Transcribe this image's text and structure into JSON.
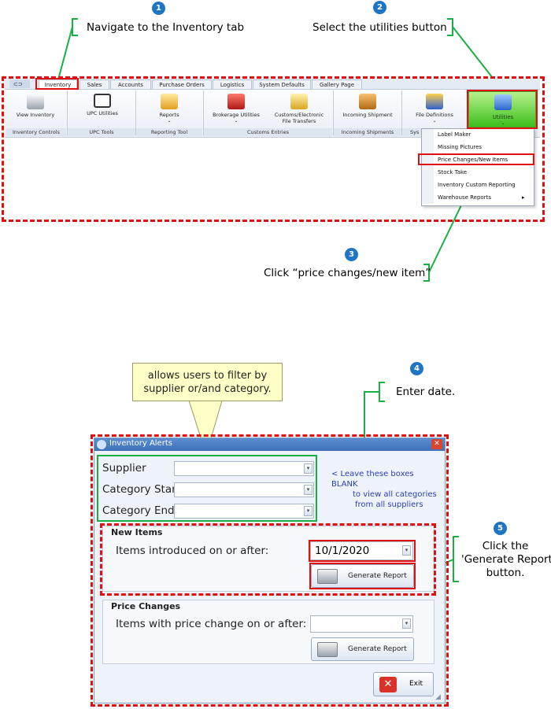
{
  "steps": [
    {
      "num": "1",
      "text": "Navigate to the Inventory tab"
    },
    {
      "num": "2",
      "text": "Select the utilities button"
    },
    {
      "num": "3",
      "text": "Click “price changes/new item”"
    },
    {
      "num": "4",
      "text": "Enter date."
    },
    {
      "num": "5",
      "text_lines": [
        "Click the",
        "'Generate Report'",
        "button."
      ]
    }
  ],
  "tabs": [
    "Inventory",
    "Sales",
    "Accounts",
    "Purchase Orders",
    "Logistics",
    "System Defaults",
    "Gallery Page"
  ],
  "ribbon": {
    "buttons": [
      "View Inventory",
      "UPC Utilities",
      "Reports",
      "Brokerage Utilities",
      "Customs/Electronic",
      "File Transfers",
      "Incoming Shipment",
      "File Definitions",
      "Utilities"
    ],
    "groups": [
      "Inventory Controls",
      "UPC Tools",
      "Reporting Tool",
      "Customs Entries",
      "Incoming Shipments",
      "Sys"
    ]
  },
  "utilities_menu": [
    "Label Maker",
    "Missing Pictures",
    "Price Changes/New Items",
    "Stock Take",
    "Inventory Custom Reporting",
    "Warehouse Reports"
  ],
  "tooltip": {
    "line1": "allows users to filter by",
    "line2": "supplier or/and category."
  },
  "dialog": {
    "title": "Inventory Alerts",
    "close_glyph": "✕",
    "fields": {
      "supplier": "Supplier",
      "category_start": "Category Start",
      "category_end": "Category End"
    },
    "note_lines": [
      "< Leave these boxes BLANK",
      "to view all categories",
      "from all  suppliers"
    ],
    "new_items": {
      "title": "New Items",
      "label": "Items introduced on or after:",
      "date_value": "10/1/2020",
      "button": "Generate Report"
    },
    "price_changes": {
      "title": "Price Changes",
      "label": "Items with price change on or after:",
      "date_value": "",
      "button": "Generate Report"
    },
    "exit_button": "Exit"
  },
  "colors": {
    "annotation_red": "#e01010",
    "annotation_green": "#19b043",
    "callout_blue": "#1f74c4"
  }
}
